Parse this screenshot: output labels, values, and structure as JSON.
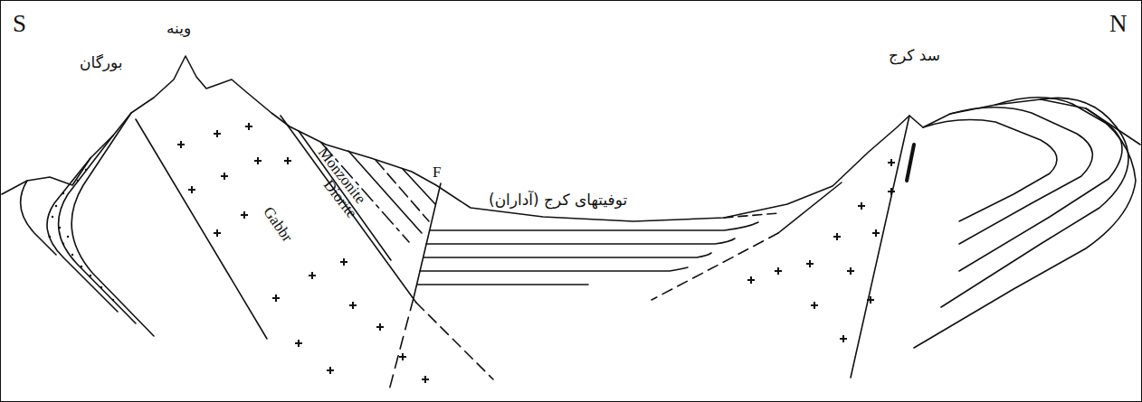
{
  "diagram": {
    "labels": [
      "S",
      "N",
      "وینه",
      "بورگان",
      "سد کرج",
      "F",
      "توفیتهای کرج (آداران)",
      "Gabbr",
      "Monzonite",
      "Diorite"
    ]
  }
}
